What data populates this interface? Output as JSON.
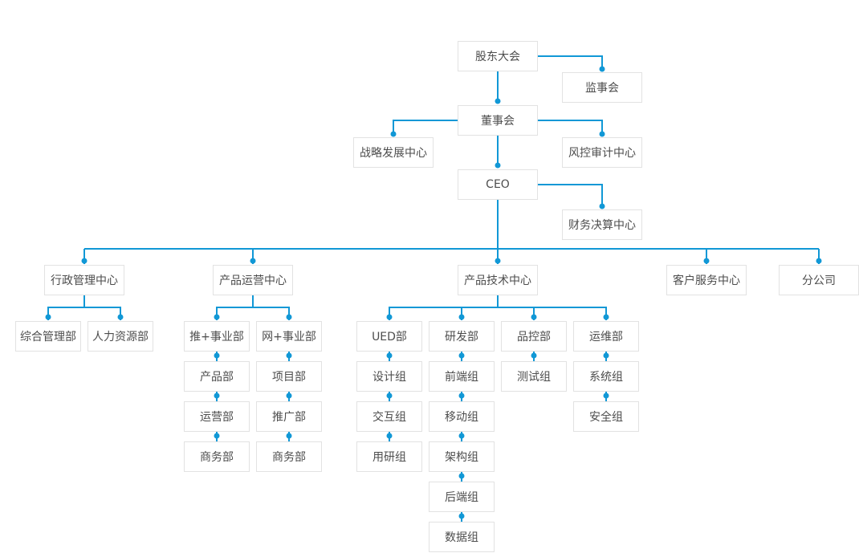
{
  "diagram": {
    "type": "org-chart",
    "colors": {
      "line": "#1198d6",
      "dot": "#1198d6",
      "box_border": "#e2e2e2",
      "box_bg": "#ffffff",
      "text": "#4d4d4d",
      "background": "#ffffff"
    },
    "nodes": [
      {
        "id": "shareholders-meeting",
        "label": "股东大会"
      },
      {
        "id": "supervisory-board",
        "label": "监事会"
      },
      {
        "id": "board-of-directors",
        "label": "董事会"
      },
      {
        "id": "strategic-development-center",
        "label": "战略发展中心"
      },
      {
        "id": "risk-audit-center",
        "label": "风控审计中心"
      },
      {
        "id": "ceo",
        "label": "CEO"
      },
      {
        "id": "financial-settlement-center",
        "label": "财务决算中心"
      },
      {
        "id": "admin-management-center",
        "label": "行政管理中心"
      },
      {
        "id": "product-operation-center",
        "label": "产品运营中心"
      },
      {
        "id": "product-technology-center",
        "label": "产品技术中心"
      },
      {
        "id": "customer-service-center",
        "label": "客户服务中心"
      },
      {
        "id": "branch-company",
        "label": "分公司"
      },
      {
        "id": "general-management-dept",
        "label": "综合管理部"
      },
      {
        "id": "human-resources-dept",
        "label": "人力资源部"
      },
      {
        "id": "tui-business-dept",
        "label": "推+事业部"
      },
      {
        "id": "wang-business-dept",
        "label": "网+事业部"
      },
      {
        "id": "product-dept",
        "label": "产品部"
      },
      {
        "id": "project-dept",
        "label": "项目部"
      },
      {
        "id": "operation-dept",
        "label": "运营部"
      },
      {
        "id": "promotion-dept",
        "label": "推广部"
      },
      {
        "id": "business-dept-1",
        "label": "商务部"
      },
      {
        "id": "business-dept-2",
        "label": "商务部"
      },
      {
        "id": "ued-dept",
        "label": "UED部"
      },
      {
        "id": "rd-dept",
        "label": "研发部"
      },
      {
        "id": "quality-control-dept",
        "label": "品控部"
      },
      {
        "id": "operations-maintenance-dept",
        "label": "运维部"
      },
      {
        "id": "design-group",
        "label": "设计组"
      },
      {
        "id": "frontend-group",
        "label": "前端组"
      },
      {
        "id": "testing-group",
        "label": "测试组"
      },
      {
        "id": "system-group",
        "label": "系统组"
      },
      {
        "id": "interaction-group",
        "label": "交互组"
      },
      {
        "id": "mobile-group",
        "label": "移动组"
      },
      {
        "id": "security-group",
        "label": "安全组"
      },
      {
        "id": "user-research-group",
        "label": "用研组"
      },
      {
        "id": "architecture-group",
        "label": "架构组"
      },
      {
        "id": "backend-group",
        "label": "后端组"
      },
      {
        "id": "data-group",
        "label": "数据组"
      }
    ],
    "edges": [
      [
        "shareholders-meeting",
        "supervisory-board"
      ],
      [
        "shareholders-meeting",
        "board-of-directors"
      ],
      [
        "board-of-directors",
        "strategic-development-center"
      ],
      [
        "board-of-directors",
        "risk-audit-center"
      ],
      [
        "board-of-directors",
        "ceo"
      ],
      [
        "ceo",
        "financial-settlement-center"
      ],
      [
        "ceo",
        "admin-management-center"
      ],
      [
        "ceo",
        "product-operation-center"
      ],
      [
        "ceo",
        "product-technology-center"
      ],
      [
        "ceo",
        "customer-service-center"
      ],
      [
        "ceo",
        "branch-company"
      ],
      [
        "admin-management-center",
        "general-management-dept"
      ],
      [
        "admin-management-center",
        "human-resources-dept"
      ],
      [
        "product-operation-center",
        "tui-business-dept"
      ],
      [
        "product-operation-center",
        "wang-business-dept"
      ],
      [
        "tui-business-dept",
        "product-dept"
      ],
      [
        "product-dept",
        "operation-dept"
      ],
      [
        "operation-dept",
        "business-dept-1"
      ],
      [
        "wang-business-dept",
        "project-dept"
      ],
      [
        "project-dept",
        "promotion-dept"
      ],
      [
        "promotion-dept",
        "business-dept-2"
      ],
      [
        "product-technology-center",
        "ued-dept"
      ],
      [
        "product-technology-center",
        "rd-dept"
      ],
      [
        "product-technology-center",
        "quality-control-dept"
      ],
      [
        "product-technology-center",
        "operations-maintenance-dept"
      ],
      [
        "ued-dept",
        "design-group"
      ],
      [
        "design-group",
        "interaction-group"
      ],
      [
        "interaction-group",
        "user-research-group"
      ],
      [
        "rd-dept",
        "frontend-group"
      ],
      [
        "frontend-group",
        "mobile-group"
      ],
      [
        "mobile-group",
        "architecture-group"
      ],
      [
        "architecture-group",
        "backend-group"
      ],
      [
        "backend-group",
        "data-group"
      ],
      [
        "quality-control-dept",
        "testing-group"
      ],
      [
        "operations-maintenance-dept",
        "system-group"
      ],
      [
        "system-group",
        "security-group"
      ]
    ]
  }
}
